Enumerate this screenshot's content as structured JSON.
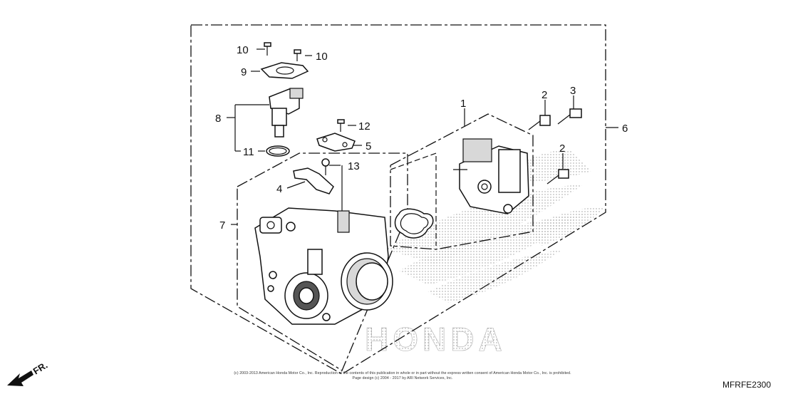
{
  "callouts": {
    "c1": "1",
    "c2a": "2",
    "c2b": "2",
    "c3": "3",
    "c4": "4",
    "c5": "5",
    "c6": "6",
    "c7": "7",
    "c8": "8",
    "c9": "9",
    "c10a": "10",
    "c10b": "10",
    "c11": "11",
    "c12": "12",
    "c13": "13"
  },
  "front_marker": "FR.",
  "watermark": "HONDA",
  "copyright_line1": "(c) 2003-2013 American Honda Motor Co., Inc. Reproduction of the contents of this publication in whole or in part without the express written consent of American Honda Motor Co., Inc. is prohibited.",
  "copyright_line2": "Page design (c) 2004 - 2017 by ARI Network Services, Inc.",
  "diagram_code": "MFRFE2300"
}
